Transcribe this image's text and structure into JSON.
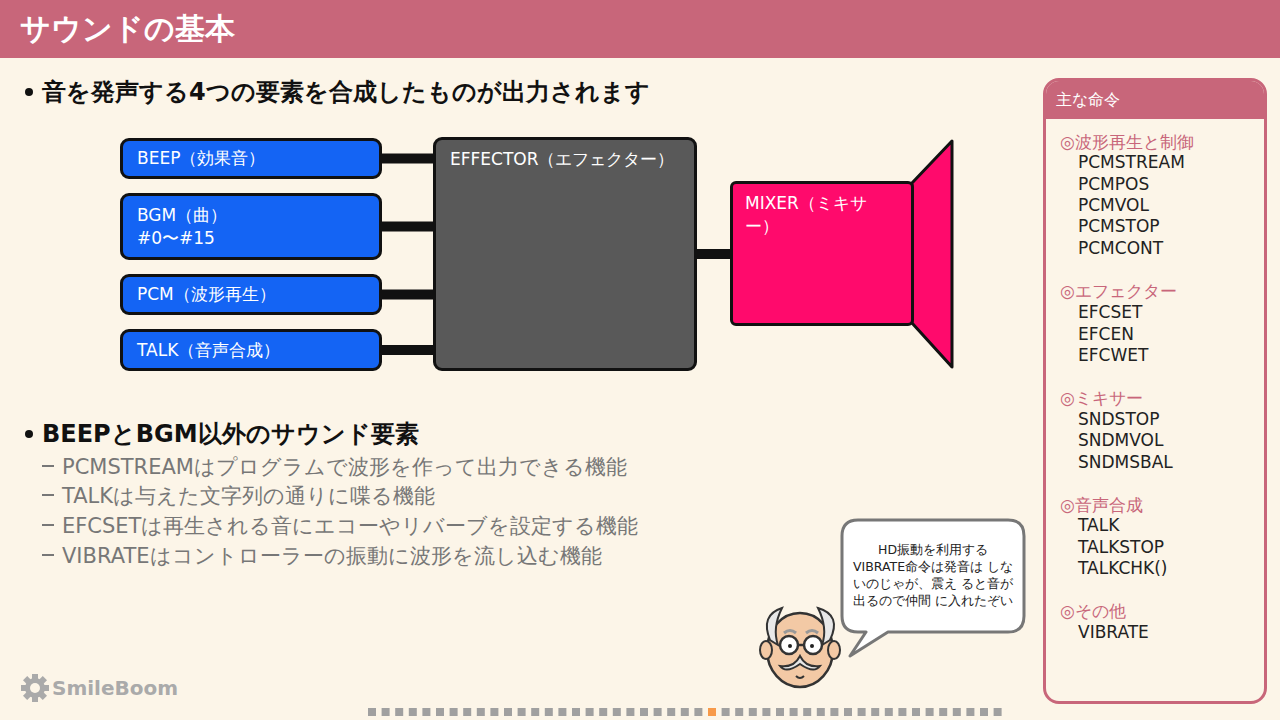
{
  "diagram": {
    "title": "サウンドの基本",
    "nodes": [
      {
        "text": [
          "BEEP（効果音）"
        ]
      },
      {
        "text": [
          "BGM（曲）",
          "#0〜#15"
        ]
      },
      {
        "text": [
          "PCM（波形再生）"
        ]
      },
      {
        "text": [
          "TALK（音声合成）"
        ]
      },
      {
        "text": [
          "EFFECTOR（エフェクター）"
        ]
      },
      {
        "text": [
          "MIXER（ミキサー）"
        ]
      },
      {
        "text": [
          "主な命令",
          "◎波形再生と制御",
          "PCMSTREAM",
          "PCMPOS",
          "PCMVOL",
          "PCMSTOP",
          "PCMCONT",
          "◎エフェクター",
          "EFCSET",
          "EFCEN",
          "EFCWET",
          "◎ミキサー",
          "SNDSTOP",
          "SNDMVOL",
          "SNDMSBAL",
          "◎音声合成",
          "TALK",
          "TALKSTOP",
          "TALKCHK()",
          "◎その他",
          "VIBRATE"
        ]
      },
      {
        "text": [
          "HD振動を利用する VIBRATE命令は発音は しないのじゃが、震え ると音が出るので仲間 に入れたぞい"
        ]
      }
    ],
    "edges": [
      {
        "from": 0,
        "to": 4,
        "arrow": "none"
      },
      {
        "from": 1,
        "to": 4,
        "arrow": "none"
      },
      {
        "from": 2,
        "to": 4,
        "arrow": "none"
      },
      {
        "from": 3,
        "to": 4,
        "arrow": "none"
      },
      {
        "from": 4,
        "to": 5,
        "arrow": "none"
      }
    ],
    "labels": [
      "音を発声する4つの要素を合成したものが出力されます",
      "BEEPとBGM以外のサウンド要素",
      "PCMSTREAMはプログラムで波形を作って出力できる機能",
      "TALKは与えた文字列の通りに喋る機能",
      "EFCSETは再生される音にエコーやリバーブを設定する機能",
      "VIBRATEはコントローラーの振動に波形を流し込む機能",
      "SmileBoom"
    ]
  }
}
